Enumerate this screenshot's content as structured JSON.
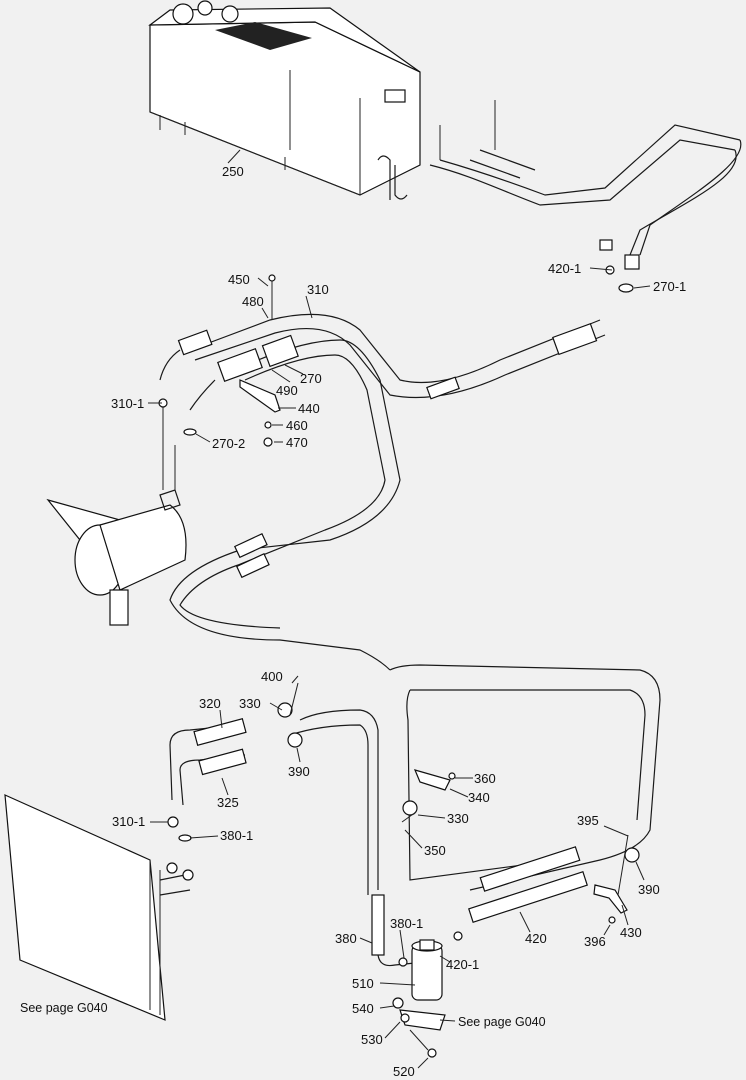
{
  "callouts": {
    "c250": "250",
    "c450": "450",
    "c480": "480",
    "c310_top": "310",
    "c420_1_top": "420-1",
    "c270_1": "270-1",
    "c310_1_top": "310-1",
    "c490": "490",
    "c270": "270",
    "c440": "440",
    "c460": "460",
    "c470": "470",
    "c270_2": "270-2",
    "c400": "400",
    "c320": "320",
    "c330_top": "330",
    "c390_mid": "390",
    "c325": "325",
    "c360": "360",
    "c340": "340",
    "c330_mid": "330",
    "c310_1_bot": "310-1",
    "c380_1_left": "380-1",
    "c350": "350",
    "c395": "395",
    "c390_right": "390",
    "c380_1_mid": "380-1",
    "c380": "380",
    "c420": "420",
    "c430": "430",
    "c396": "396",
    "c510": "510",
    "c420_1_bot": "420-1",
    "c540": "540",
    "c530": "530",
    "c520": "520"
  },
  "notes": {
    "see_page_left": "See page G040",
    "see_page_drier": "See page G040"
  }
}
